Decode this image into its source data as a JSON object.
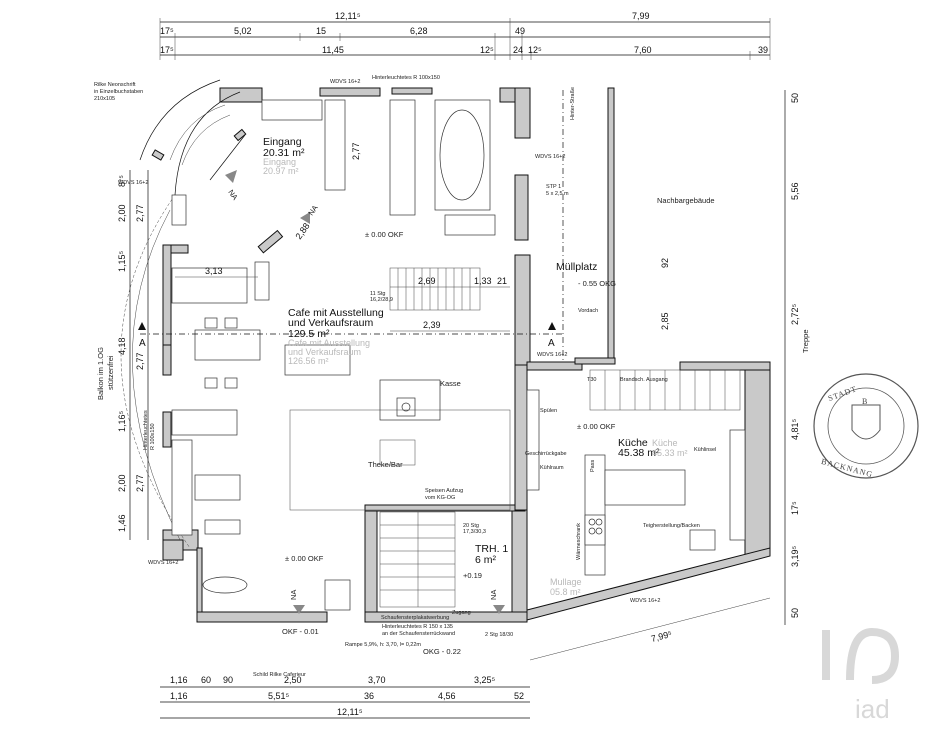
{
  "dimensions": {
    "top_overall": [
      "12,11⁵",
      "7,99"
    ],
    "top_row2": [
      "17⁵",
      "5,02",
      "15",
      "6,28",
      "49"
    ],
    "top_row3": [
      "17⁵",
      "11,45",
      "12⁵",
      "24",
      "12⁵",
      "7,60",
      "39"
    ],
    "bottom_row1": [
      "1,16",
      "60",
      "90",
      "2,50",
      "3,70",
      "3,25⁵"
    ],
    "bottom_row2": [
      "1,16",
      "5,51⁵",
      "36",
      "4,56",
      "52"
    ],
    "bottom_overall": [
      "12,11⁵"
    ],
    "left": [
      "8⁷⁵",
      "2,00",
      "2,77",
      "1,15⁵",
      "4,18",
      "2,77",
      "1,16⁵",
      "2,00",
      "2,77",
      "1,46"
    ],
    "right": [
      "50",
      "5,56",
      "2,72⁵",
      "4,81⁵",
      "17⁵",
      "3,19⁵",
      "50"
    ],
    "inner": [
      "3,13",
      "2,69",
      "1,33",
      "21",
      "2,39",
      "2,77",
      "2,88",
      "92",
      "2,85",
      "7,99⁵"
    ]
  },
  "rooms": {
    "eingang": {
      "name": "Eingang",
      "area": "20.31 m²",
      "ghost_name": "Eingang",
      "ghost_area": "20.97 m²"
    },
    "cafe": {
      "name": "Cafe mit Ausstellung",
      "name2": "und Verkaufsraum",
      "area": "129.5 m²",
      "ghost_name": "Cafe mit Ausstellung",
      "ghost_name2": "und Verkaufsraum",
      "ghost_area": "126.56 m²"
    },
    "kueche": {
      "name": "Küche",
      "area": "45.38 m²",
      "ghost_name": "Küche",
      "ghost_area": "45.33 m²"
    },
    "trh": {
      "name": "TRH. 1",
      "area": "6 m²"
    },
    "muellplatz": {
      "name": "Müllplatz",
      "level": "- 0.55 OKG"
    },
    "nachbar": {
      "name": "Nachbargebäude"
    },
    "kasse": {
      "name": "Kasse"
    },
    "theke": {
      "name": "Theke/Bar"
    },
    "mullage": {
      "ghost_name": "Mullage",
      "ghost_area": "05.8 m²"
    }
  },
  "labels": {
    "okf_main": "± 0.00 OKF",
    "okf_kitchen": "± 0.00 OKF",
    "okf_bottom": "± 0.00 OKF",
    "okf_minus": "OKF - 0.01",
    "okg_minus": "OKG - 0.22",
    "plus019": "+0.19",
    "na": "NA",
    "section_a": "A",
    "balkon": "Balkon im 1.OG",
    "balkon2": "stützenfrei",
    "treppe": "Treppe",
    "neon": "Rilke Neonschrift",
    "neon2": "in Einzelbuchstaben",
    "neon3": "210x105",
    "hinterleucht_top": "Hinterleuchtetes R 100x150",
    "hinterleucht_left": "Hinterleuchtetes",
    "hinterleucht_left2": "R 100x150",
    "hinterleucht_bottom": "Hinterleuchtetes R 150 x 135",
    "hinterleucht_bottom2": "an der Schaufensterrückwand",
    "schaufenster": "Schaufensterplakatwerbung",
    "wdvs1": "WDVS 16+2",
    "wdvs2": "WDVS 16+2",
    "wdvs3": "WDVS 16+2",
    "wdvs4": "WDVS 16+2",
    "wdvs5": "WDVS 16+2",
    "wdvs6": "WDVS 16+2",
    "schild": "Schild Rilke Caferieur",
    "vordach": "Vordach",
    "stp": "STP 1",
    "stp2": "5 x 2,5 m",
    "geschirr": "Geschirrückgabe",
    "kuehlinsel": "Kühlinsel",
    "teigherstellung": "Teigherstellung/Backen",
    "aufzug": "Speisen Aufzug",
    "aufzug2": "vom KG-OG",
    "rampe": "Rampe 5,9%, h: 3,70, l= 0,22m",
    "stairs_main": "11 Stg",
    "stairs_main2": "16,2/28,9",
    "stairs_trh": "20 Stg",
    "stairs_trh2": "17,3/30,3",
    "t30": "T30",
    "brandsch": "Brandsch. Ausgang",
    "kuehlraum": "Kühlraum",
    "pass": "Pass",
    "waermeschr": "Wärmeschrank",
    "spuele": "Spülen",
    "zugang": "Zugang",
    "hinter_strasse": "Hinter-Straße",
    "stgs": "2 Stg 18/30"
  },
  "seal": {
    "top": "STADT",
    "bottom": "BACKNANG",
    "center": "B"
  },
  "logo": {
    "text": "iad"
  },
  "colors": {
    "wall_fill": "#c9c9c9",
    "ghost": "#b9b9b9",
    "ink": "#111111"
  }
}
